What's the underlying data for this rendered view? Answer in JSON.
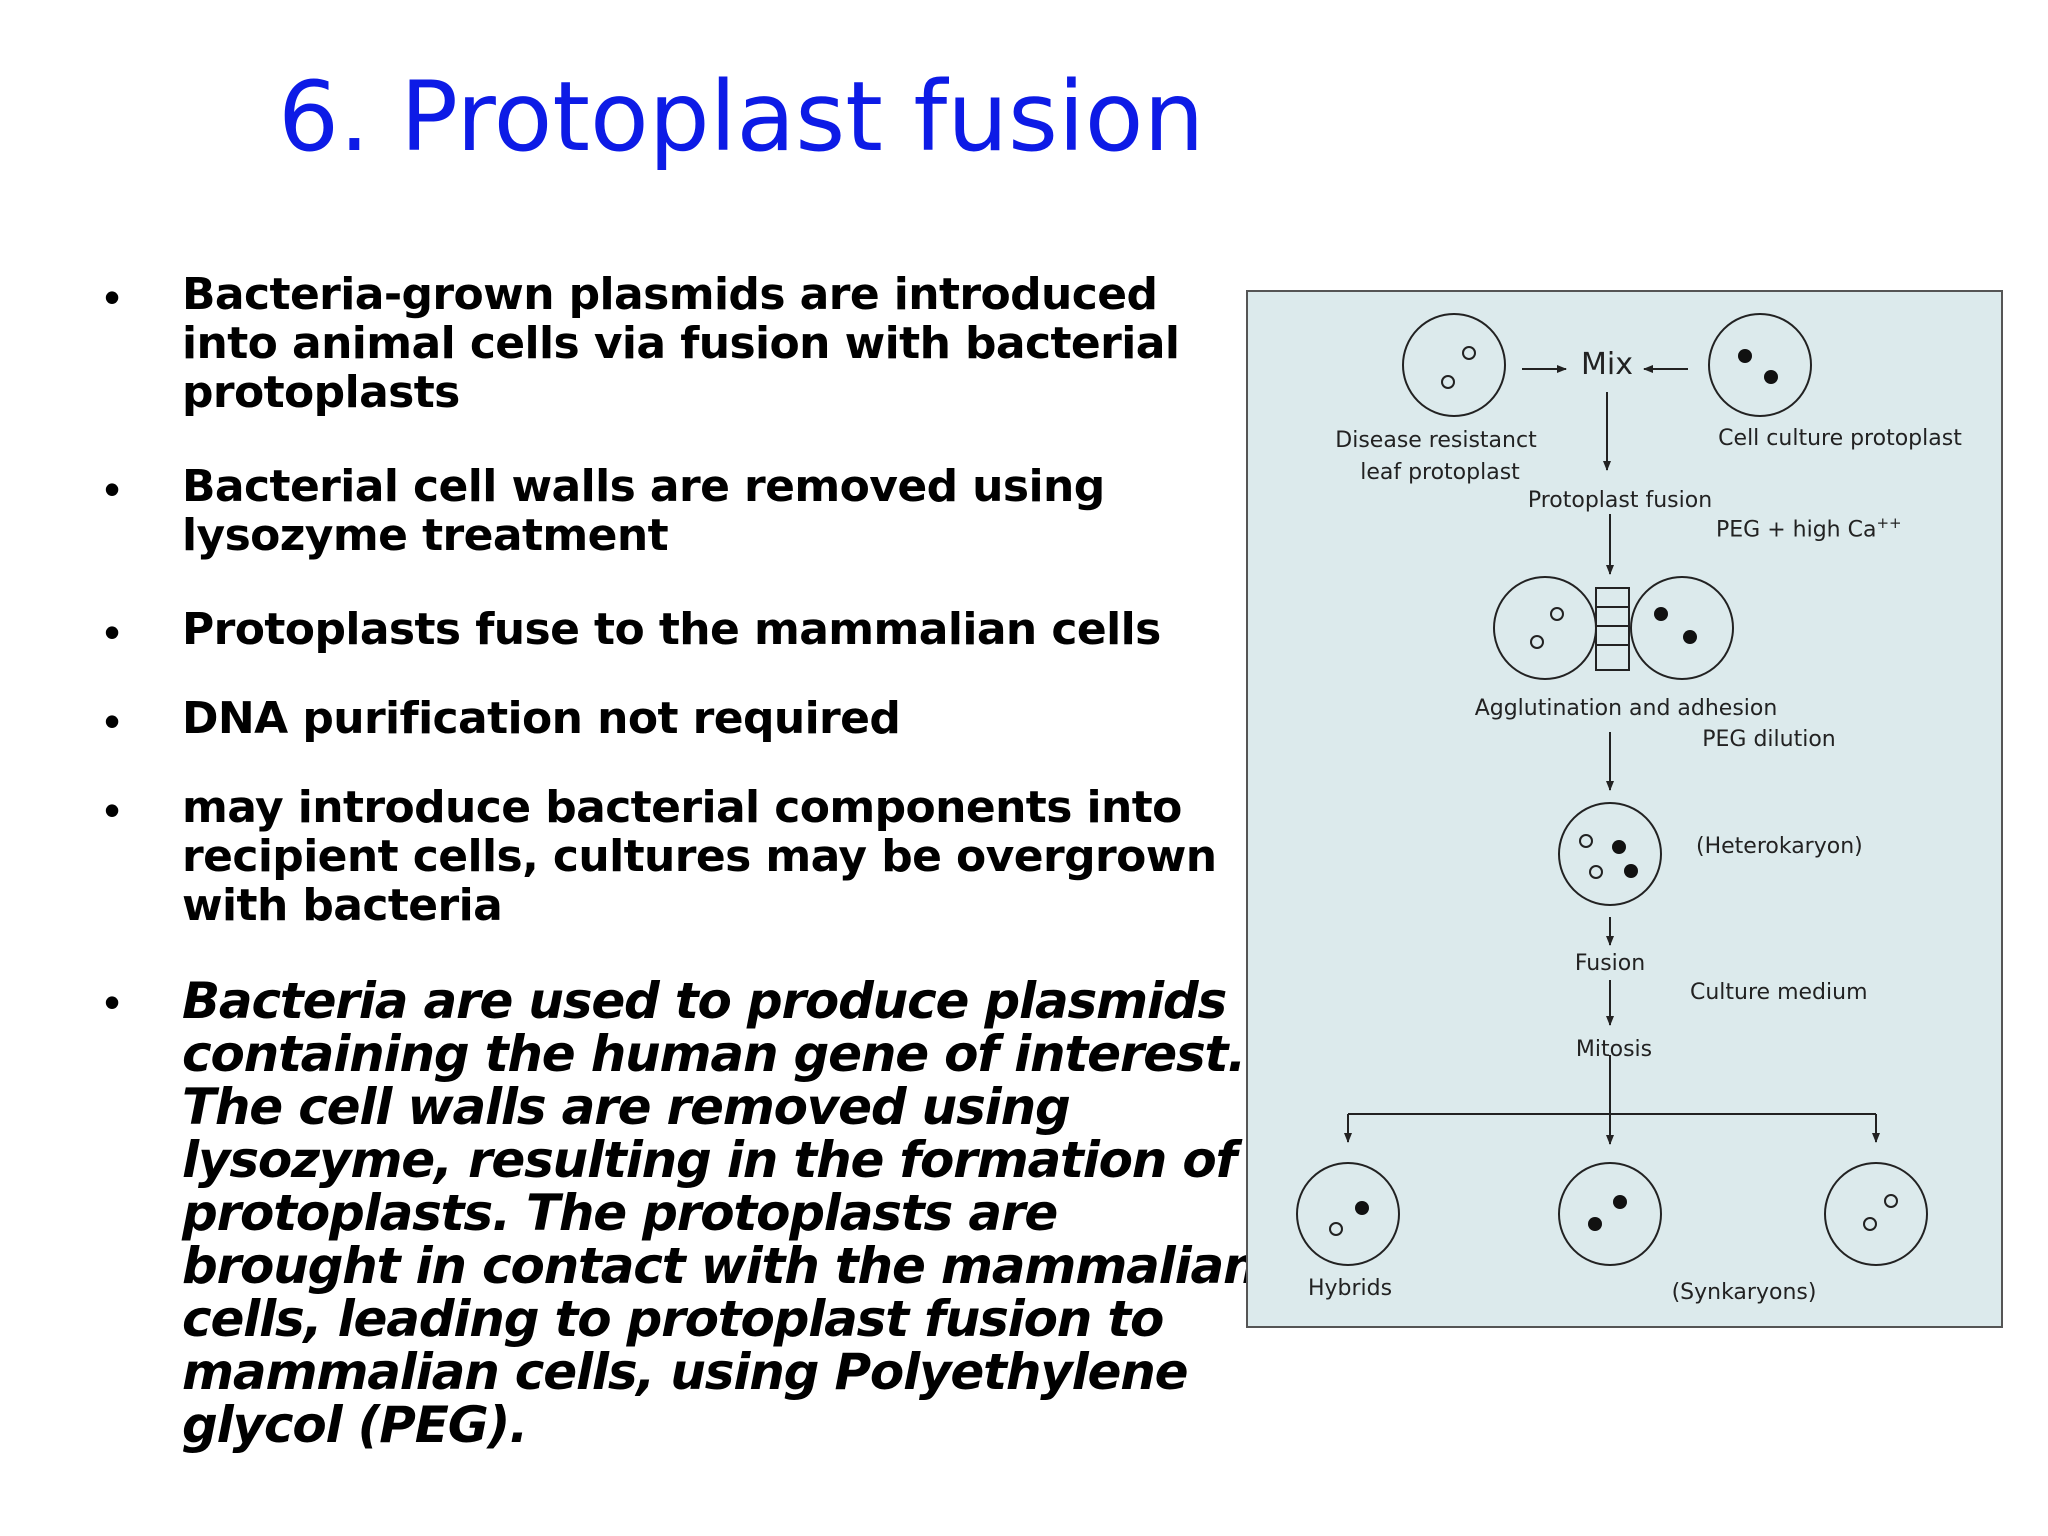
{
  "slide": {
    "title": "6.  Protoplast fusion",
    "bullets": [
      {
        "marker": "•",
        "text": "Bacteria-grown plasmids are introduced into animal cells via fusion with bacterial protoplasts"
      },
      {
        "marker": "•",
        "text": "Bacterial cell walls are removed using lysozyme treatment"
      },
      {
        "marker": "•",
        "text": "Protoplasts fuse to the mammalian cells"
      },
      {
        "marker": "•",
        "text": "DNA purification not required"
      },
      {
        "marker": "•",
        "text": "may introduce bacterial components into recipient cells, cultures may be overgrown with bacteria"
      },
      {
        "marker": "•",
        "text": "Bacteria are used to produce plasmids containing the human gene of interest. The cell walls are removed using lysozyme, resulting in the formation of protoplasts.  The protoplasts are brought in contact with the mammalian cells, leading to  protoplast fusion to mammalian cells, using Polyethylene glycol (PEG)."
      }
    ]
  },
  "figure": {
    "mix": "Mix",
    "disease_resistant_line1": "Disease resistanct",
    "disease_resistant_line2": "leaf protoplast",
    "cell_culture": "Cell culture protoplast",
    "protoplast_fusion": "Protoplast fusion",
    "peg_high_ca": "PEG + high Ca",
    "peg_high_ca_sup": "++",
    "agglutination": "Agglutination and adhesion",
    "peg_dilution": "PEG dilution",
    "heterokaryon": "(Heterokaryon)",
    "fusion": "Fusion",
    "culture_medium": "Culture medium",
    "mitosis": "Mitosis",
    "hybrids": "Hybrids",
    "synkaryons": "(Synkaryons)"
  }
}
